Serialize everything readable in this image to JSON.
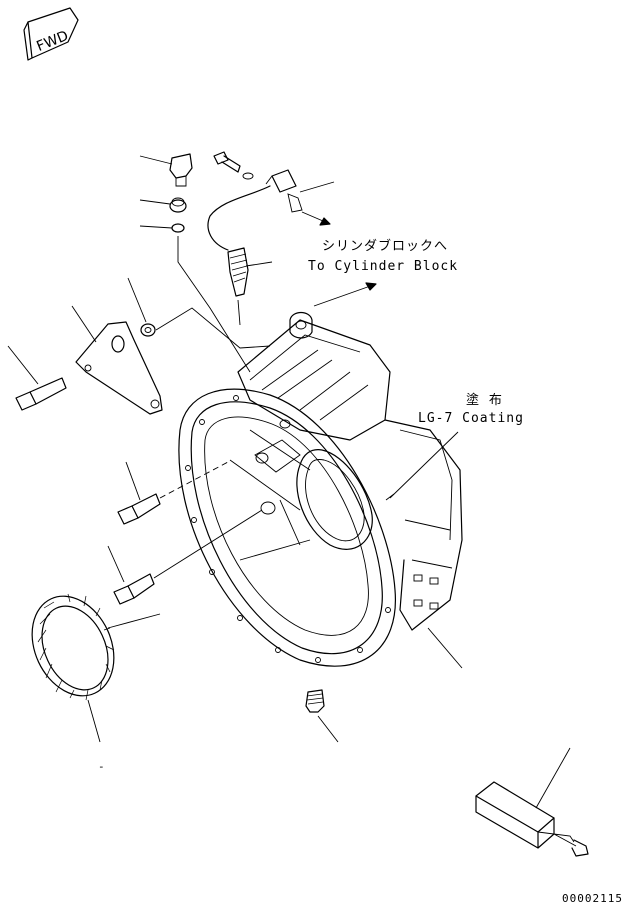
{
  "fwd_label": "FWD",
  "annotations": {
    "cylinder_block_jp": "シリンダブロックへ",
    "cylinder_block_en": "To Cylinder Block",
    "coating_jp": "塗 布",
    "coating_en": "LG-7 Coating"
  },
  "drawing_number": "00002115",
  "bottom_mark": "-"
}
